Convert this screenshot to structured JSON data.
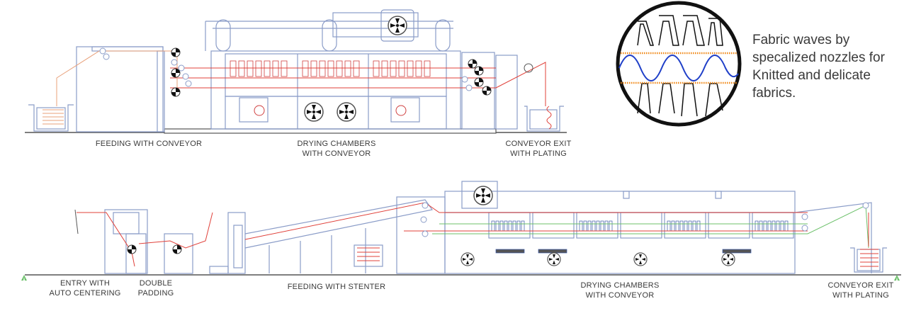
{
  "top_machine": {
    "labels": {
      "feeding": [
        "FEEDING WITH CONVEYOR"
      ],
      "drying": [
        "DRYING CHAMBERS",
        "WITH CONVEYOR"
      ],
      "exit": [
        "CONVEYOR EXIT",
        "WITH PLATING"
      ]
    }
  },
  "inset": {
    "caption_lines": [
      "Fabric waves by",
      "specalized nozzles for",
      "Knitted and delicate",
      "fabrics."
    ]
  },
  "bottom_machine": {
    "labels": {
      "entry": [
        "ENTRY WITH",
        "AUTO CENTERING"
      ],
      "padding": [
        "DOUBLE",
        "PADDING"
      ],
      "stenter": [
        "FEEDING WITH STENTER"
      ],
      "drying": [
        "DRYING CHAMBERS",
        "WITH CONVEYOR"
      ],
      "exit": [
        "CONVEYOR EXIT",
        "WITH PLATING"
      ]
    }
  },
  "colors": {
    "machine_outline": "#8a9cc8",
    "fabric_path": "#e0413a",
    "conveyor_path": "#e8a07a",
    "green_path": "#6cc06a",
    "wave": "#1f3fc8",
    "nozzle_dots": "#f08a1a",
    "ground_marker": "#6cc06a"
  },
  "icons": [
    "fan-icon",
    "roller-icon",
    "ground-marker-icon"
  ]
}
